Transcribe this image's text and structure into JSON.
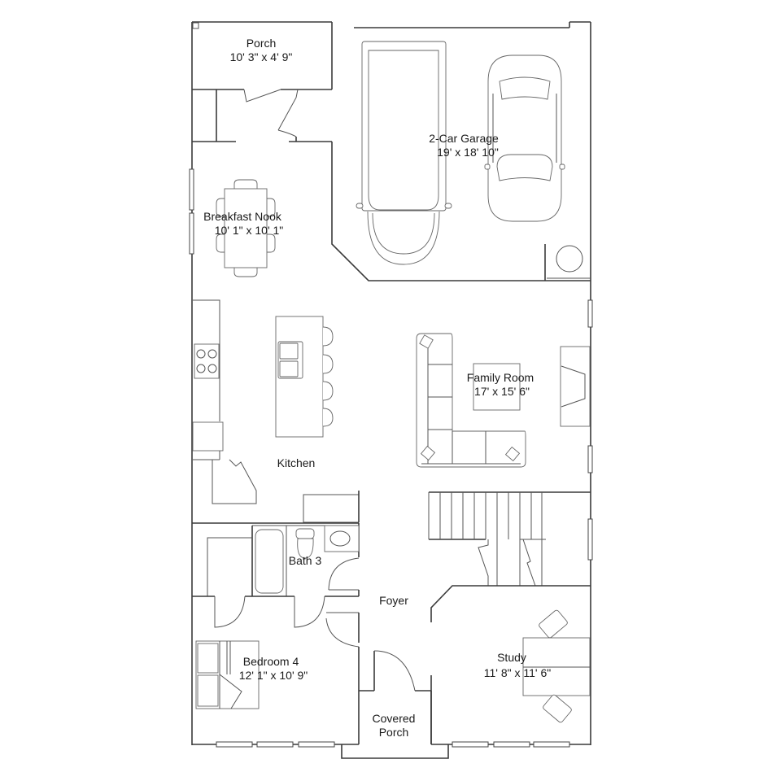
{
  "floor_plan": {
    "colors": {
      "line": "#3a3a3a",
      "fixture": "#666666",
      "background": "#ffffff"
    },
    "rooms": [
      {
        "id": "porch",
        "name": "Porch",
        "dimensions": "10' 3\" x 4' 9\""
      },
      {
        "id": "garage",
        "name": "2-Car Garage",
        "dimensions": "19' x 18' 10\""
      },
      {
        "id": "breakfast-nook",
        "name": "Breakfast Nook",
        "dimensions": "10' 1\" x 10' 1\""
      },
      {
        "id": "kitchen",
        "name": "Kitchen"
      },
      {
        "id": "family-room",
        "name": "Family Room",
        "dimensions": "17' x 15' 6\""
      },
      {
        "id": "bath-3",
        "name": "Bath 3"
      },
      {
        "id": "foyer",
        "name": "Foyer"
      },
      {
        "id": "bedroom-4",
        "name": "Bedroom 4",
        "dimensions": "12' 1\" x 10' 9\""
      },
      {
        "id": "study",
        "name": "Study",
        "dimensions": "11' 8\" x 11' 6\""
      },
      {
        "id": "covered-porch",
        "name": "Covered",
        "name_line2": "Porch"
      }
    ]
  }
}
